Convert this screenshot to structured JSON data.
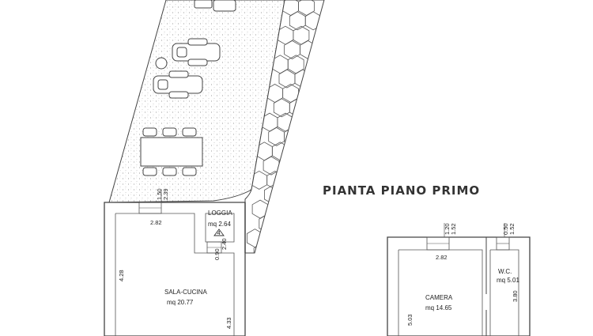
{
  "title": "PIANTA PIANO PRIMO",
  "rooms": {
    "sala_cucina": {
      "name": "SALA-CUCINA",
      "area": "mq 20.77"
    },
    "loggia": {
      "name": "LOGGIA",
      "area": "mq 2.64"
    },
    "camera": {
      "name": "CAMERA",
      "area": "mq 14.65"
    },
    "wc": {
      "name": "W.C.",
      "area": "mq 5.01"
    }
  },
  "dimensions": {
    "sala_window_top": "1.50",
    "sala_window_bottom": "2.39",
    "sala_width": "2.82",
    "sala_height": "4.28",
    "sala_right": "4.33",
    "loggia_door_top": "0.90",
    "loggia_door_bottom": "2.40",
    "camera_window_top": "1.20",
    "camera_window_bottom": "1.52",
    "camera_width": "2.82",
    "camera_height": "5.03",
    "wc_window_top": "0.50",
    "wc_window_bottom": "1.52",
    "wc_height": "3.80"
  },
  "level_mark": "4"
}
